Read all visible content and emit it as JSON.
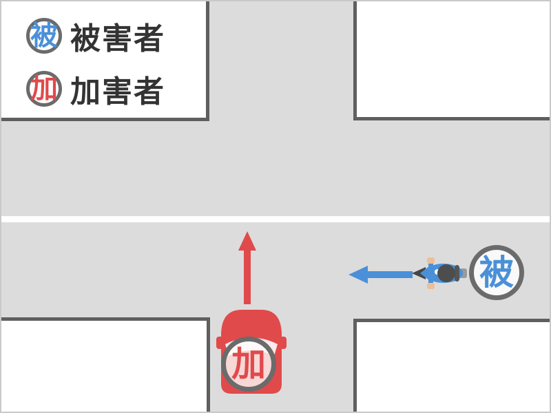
{
  "theme": {
    "road_color": "#dcdcdc",
    "block_color": "#ffffff",
    "block_border_color": "#5f5f5f",
    "outer_border_color": "#c9c9c9",
    "lane_line_color": "#ffffff",
    "victim_color": "#4a90d8",
    "attacker_color": "#e04a4b",
    "badge_ring_color": "#6b6b6b",
    "legend_text_color": "#333333",
    "helmet_color": "#4d4d4d",
    "hand_color": "#ecbf97"
  },
  "legend": {
    "items": [
      {
        "badge": "被",
        "label": "被害者",
        "role": "victim"
      },
      {
        "badge": "加",
        "label": "加害者",
        "role": "attacker"
      }
    ]
  },
  "diagram": {
    "victim": {
      "badge": "被",
      "vehicle": "motorcycle",
      "direction": "left"
    },
    "attacker": {
      "badge": "加",
      "vehicle": "car",
      "direction": "up"
    }
  }
}
